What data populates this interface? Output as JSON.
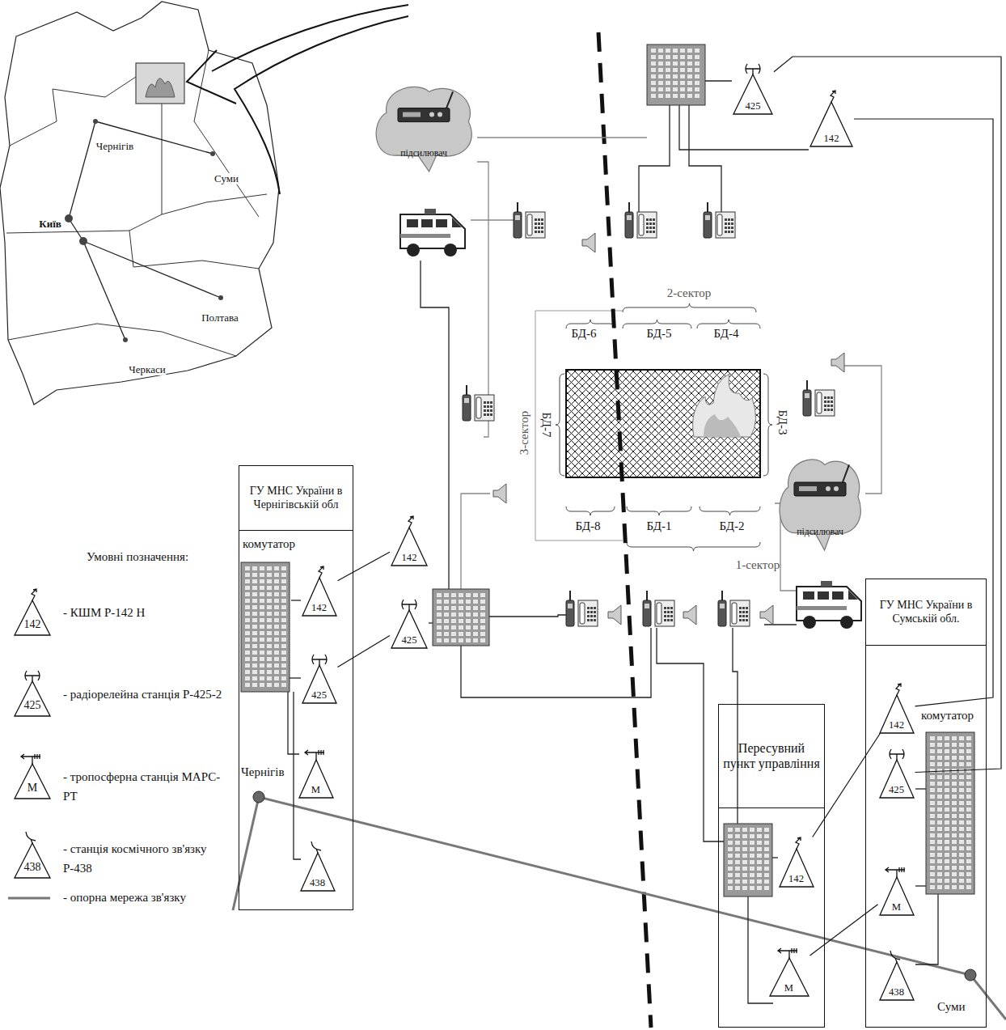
{
  "diagram": {
    "nodes": [
      {
        "text": [
          "ГУ МНС України в Чернігівській обл",
          "комутатор",
          "Чернігів"
        ]
      },
      {
        "text": [
          "142"
        ],
        "in": 0
      },
      {
        "text": [
          "425"
        ],
        "in": 0
      },
      {
        "text": [
          "М"
        ],
        "in": 0
      },
      {
        "text": [
          "438"
        ],
        "in": 0
      },
      {
        "text": [
          "ГУ МНС України в Сумській обл.",
          "комутатор",
          "Суми"
        ]
      },
      {
        "text": [
          "142"
        ],
        "in": 5
      },
      {
        "text": [
          "425"
        ],
        "in": 5
      },
      {
        "text": [
          "М"
        ],
        "in": 5
      },
      {
        "text": [
          "438"
        ],
        "in": 5
      },
      {
        "text": [
          "Пересувний пункт управління"
        ]
      },
      {
        "text": [
          "142"
        ],
        "in": 10
      },
      {
        "text": [
          "М"
        ],
        "in": 10
      },
      {
        "text": [
          "142"
        ]
      },
      {
        "text": [
          "425"
        ]
      },
      {
        "text": [
          "425"
        ]
      },
      {
        "text": [
          "142"
        ]
      },
      {
        "text": [
          "підсилювач"
        ]
      },
      {
        "text": [
          "підсилювач"
        ]
      }
    ],
    "edges": [
      {
        "from": 1,
        "to": 13,
        "arrow": "none"
      },
      {
        "from": 2,
        "to": 14,
        "arrow": "none"
      },
      {
        "from": 15,
        "to": 7,
        "arrow": "none"
      },
      {
        "from": 16,
        "to": 6,
        "arrow": "none"
      },
      {
        "from": 11,
        "to": 6,
        "arrow": "none"
      },
      {
        "from": 12,
        "to": 8,
        "arrow": "none"
      }
    ],
    "labels": [
      "Чернігів",
      "Суми",
      "Київ",
      "Полтава",
      "Черкаси",
      "2-сектор",
      "БД-6",
      "БД-5",
      "БД-4",
      "БД-7",
      "3-сектор",
      "БД-3",
      "БД-8",
      "БД-1",
      "БД-2",
      "1-сектор",
      "Умовні позначення:",
      "142",
      "425",
      "М",
      "438"
    ],
    "legend": [
      {
        "text": "- КШМ Р-142 Н"
      },
      {
        "text": "- радіорелейна станція Р-425-2"
      },
      {
        "text": "- тропосферна станція МАРС-РТ"
      },
      {
        "text": "- станція космічного зв'язку Р-438"
      },
      {
        "text": "- опорна мережа зв'язку"
      }
    ]
  }
}
